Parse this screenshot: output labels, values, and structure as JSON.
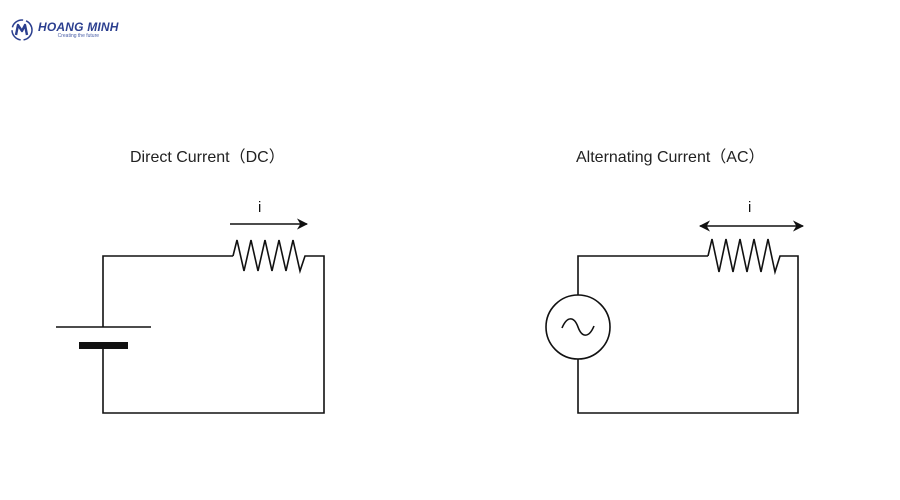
{
  "logo": {
    "name": "HOANG MINH",
    "tagline": "Creating the future",
    "color": "#2b3f8f"
  },
  "diagrams": {
    "dc": {
      "title": "Direct Current（DC）",
      "current_label": "i",
      "source": "battery-icon",
      "current_direction": "one-way"
    },
    "ac": {
      "title": "Alternating Current（AC）",
      "current_label": "i",
      "source": "ac-source-icon",
      "current_direction": "two-way"
    }
  },
  "colors": {
    "line": "#111111",
    "background": "#ffffff"
  }
}
